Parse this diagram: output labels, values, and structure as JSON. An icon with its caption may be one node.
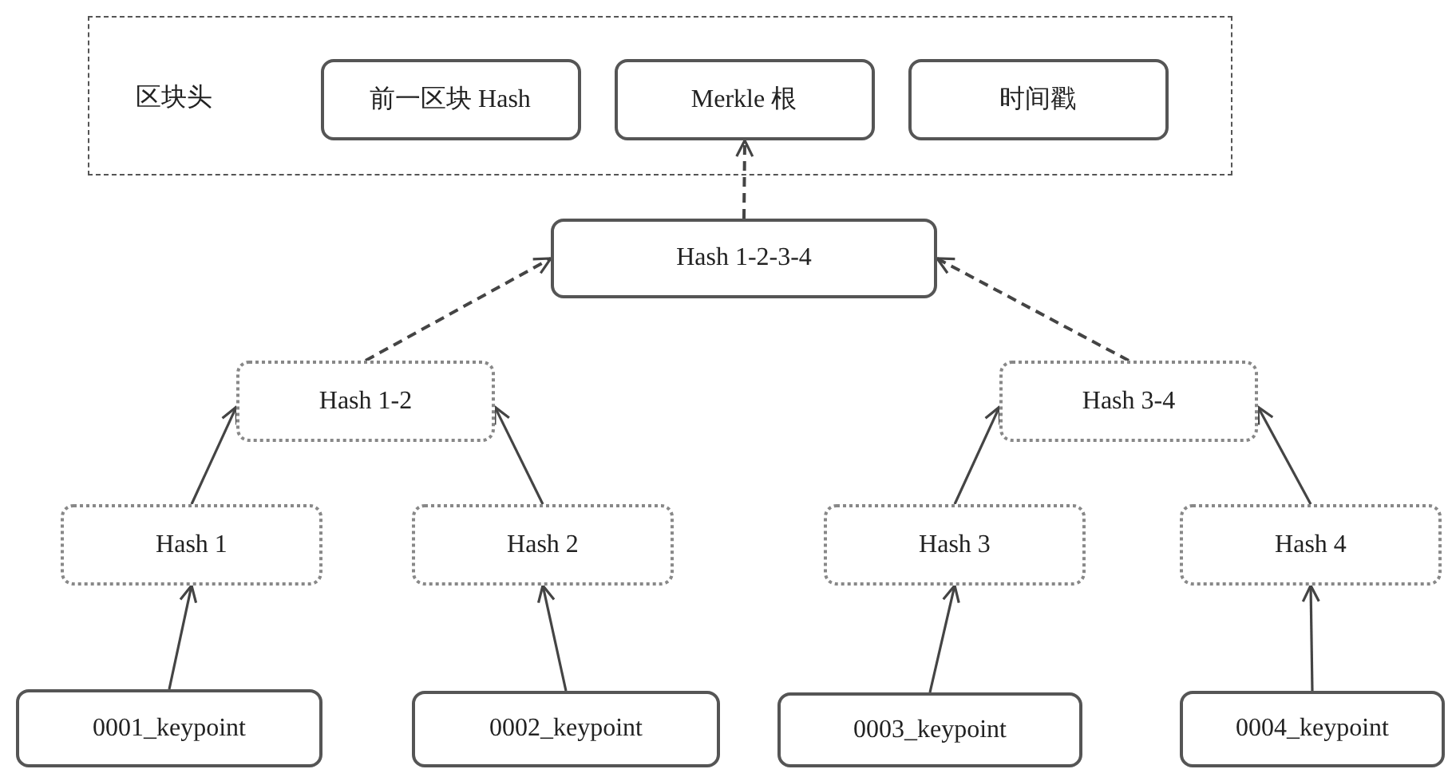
{
  "diagram": {
    "nodes": [
      {
        "text": [
          "区块头"
        ]
      },
      {
        "text": [
          "前一区块 Hash"
        ],
        "in": 0
      },
      {
        "text": [
          "Merkle 根"
        ],
        "in": 0
      },
      {
        "text": [
          "时间戳"
        ],
        "in": 0
      },
      {
        "text": [
          "Hash 1-2-3-4"
        ]
      },
      {
        "text": [
          "Hash 1-2"
        ]
      },
      {
        "text": [
          "Hash 3-4"
        ]
      },
      {
        "text": [
          "Hash 1"
        ]
      },
      {
        "text": [
          "Hash 2"
        ]
      },
      {
        "text": [
          "Hash 3"
        ]
      },
      {
        "text": [
          "Hash 4"
        ]
      },
      {
        "text": [
          "0001_keypoint"
        ]
      },
      {
        "text": [
          "0002_keypoint"
        ]
      },
      {
        "text": [
          "0003_keypoint"
        ]
      },
      {
        "text": [
          "0004_keypoint"
        ]
      }
    ],
    "edges": [
      {
        "from": 4,
        "to": 2,
        "arrow": "to",
        "style": "dashed"
      },
      {
        "from": 5,
        "to": 4,
        "arrow": "to",
        "style": "dashed"
      },
      {
        "from": 6,
        "to": 4,
        "arrow": "to",
        "style": "dashed"
      },
      {
        "from": 7,
        "to": 5,
        "arrow": "to"
      },
      {
        "from": 8,
        "to": 5,
        "arrow": "to"
      },
      {
        "from": 9,
        "to": 6,
        "arrow": "to"
      },
      {
        "from": 10,
        "to": 6,
        "arrow": "to"
      },
      {
        "from": 11,
        "to": 7,
        "arrow": "to"
      },
      {
        "from": 12,
        "to": 8,
        "arrow": "to"
      },
      {
        "from": 13,
        "to": 9,
        "arrow": "to"
      },
      {
        "from": 14,
        "to": 10,
        "arrow": "to"
      }
    ]
  }
}
